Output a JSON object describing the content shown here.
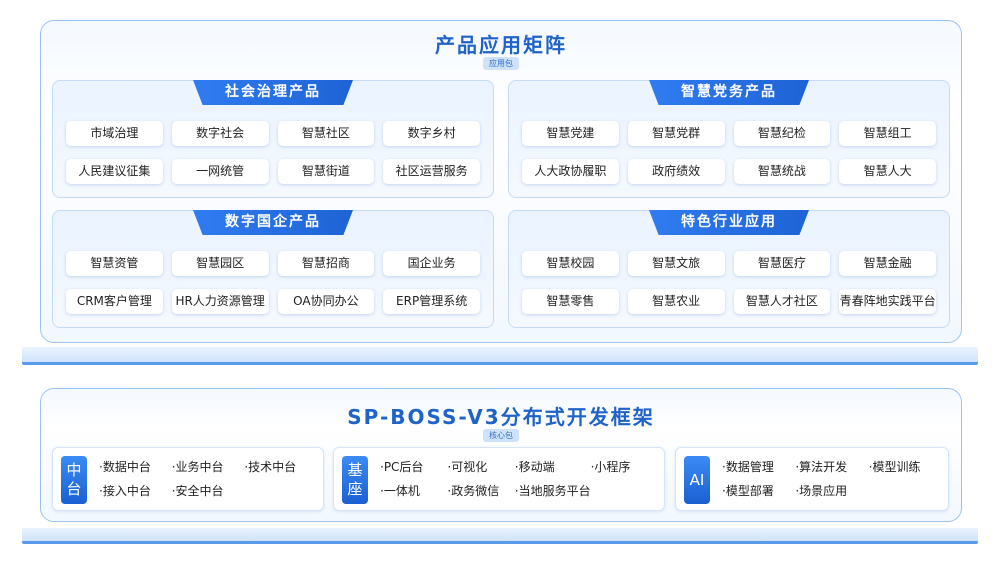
{
  "top": {
    "title": "产品应用矩阵",
    "badge": "应用包",
    "panels": [
      {
        "title": "社会治理产品",
        "items": [
          "市域治理",
          "数字社会",
          "智慧社区",
          "数字乡村",
          "人民建议征集",
          "一网统管",
          "智慧街道",
          "社区运营服务"
        ]
      },
      {
        "title": "智慧党务产品",
        "items": [
          "智慧党建",
          "智慧党群",
          "智慧纪检",
          "智慧组工",
          "人大政协履职",
          "政府绩效",
          "智慧统战",
          "智慧人大"
        ]
      },
      {
        "title": "数字国企产品",
        "items": [
          "智慧资管",
          "智慧园区",
          "智慧招商",
          "国企业务",
          "CRM客户管理",
          "HR人力资源管理",
          "OA协同办公",
          "ERP管理系统"
        ]
      },
      {
        "title": "特色行业应用",
        "items": [
          "智慧校园",
          "智慧文旅",
          "智慧医疗",
          "智慧金融",
          "智慧零售",
          "智慧农业",
          "智慧人才社区",
          "青春阵地实践平台"
        ]
      }
    ]
  },
  "bottom": {
    "title": "SP-BOSS-V3分布式开发框架",
    "badge": "核心包",
    "cards": [
      {
        "icon": [
          "中",
          "台"
        ],
        "items": [
          "·数据中台",
          "·业务中台",
          "·技术中台",
          "·接入中台",
          "·安全中台"
        ]
      },
      {
        "icon": [
          "基",
          "座"
        ],
        "items": [
          "·PC后台",
          "·可视化",
          "·移动端",
          "·小程序",
          "·一体机",
          "·政务微信",
          "·当地服务平台"
        ]
      },
      {
        "icon": [
          "AI"
        ],
        "items": [
          "·数据管理",
          "·算法开发",
          "·模型训练",
          "·模型部署",
          "·场景应用"
        ]
      }
    ]
  }
}
